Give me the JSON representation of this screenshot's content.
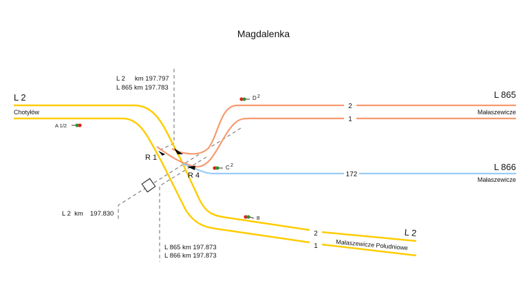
{
  "title": "Magdalenka",
  "colors": {
    "line2": "#ffcc00",
    "line865": "#f79a6e",
    "line866": "#99ccf5",
    "dash": "#888888"
  },
  "left": {
    "line": "L 2",
    "station": "Chotyłów"
  },
  "right_865": {
    "line": "L 865",
    "station": "Małaszewicze",
    "track_upper": "2",
    "track_lower": "1"
  },
  "right_866": {
    "line": "L 866",
    "station": "Małaszewicze",
    "track": "172"
  },
  "right_l2": {
    "line": "L 2",
    "station": "Małaszewicze Południowe",
    "track_upper": "2",
    "track_lower": "1"
  },
  "km_top": {
    "row1_line": "L 2",
    "row1_km": "km 197.797",
    "row2": "L 865 km 197.783"
  },
  "km_left": {
    "line": "L 2  km",
    "value": "197.830"
  },
  "km_bottom": {
    "row1": "L 865 km 197.873",
    "row2": "L 866 km 197.873"
  },
  "switches": {
    "r1": "R 1",
    "r4": "R 4"
  },
  "signals": {
    "a": "A 1/2",
    "b": "B",
    "c": "C",
    "c_sup": "2",
    "d": "D",
    "d_sup": "2"
  }
}
